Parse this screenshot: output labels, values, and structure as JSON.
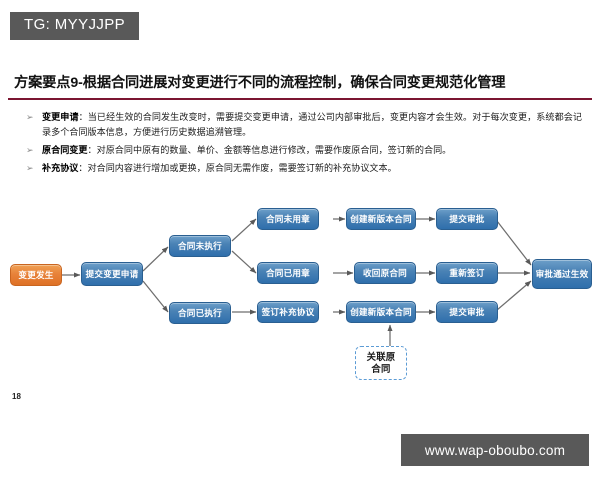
{
  "watermarks": {
    "top_left": "TG: MYYJJPP",
    "bottom_right": "www.wap-oboubo.com"
  },
  "slide": {
    "title": "方案要点9-根据合同进展对变更进行不同的流程控制，确保合同变更规范化管理",
    "page_number": "18",
    "accent_color": "#7b1531"
  },
  "bullets": [
    {
      "marker": "➢",
      "term": "变更申请",
      "separator": "：",
      "text": "当已经生效的合同发生改变时，需要提交变更申请，通过公司内部审批后，变更内容才会生效。对于每次变更，系统都会记录多个合同版本信息，方便进行历史数据追溯管理。"
    },
    {
      "marker": "➢",
      "term": "原合同变更",
      "separator": "：",
      "text": "对原合同中原有的数量、单价、金额等信息进行修改，需要作废原合同，签订新的合同。"
    },
    {
      "marker": "➢",
      "term": "补充协议",
      "separator": "：",
      "text": "对合同内容进行增加或更换，原合同无需作废，需要签订新的补充协议文本。"
    }
  ],
  "flowchart": {
    "colors": {
      "start_node": "#e8823a",
      "process_node": "#3b78ad",
      "dashed_node_border": "#5b9bd5",
      "connector": "#595959"
    },
    "nodes": [
      {
        "id": "start",
        "label": "变更发生",
        "style": "orange"
      },
      {
        "id": "submit",
        "label": "提交变更申请",
        "style": "blue"
      },
      {
        "id": "not_exec",
        "label": "合同未执行",
        "style": "blue"
      },
      {
        "id": "exec",
        "label": "合同已执行",
        "style": "blue"
      },
      {
        "id": "no_seal",
        "label": "合同未用章",
        "style": "blue"
      },
      {
        "id": "sealed",
        "label": "合同已用章",
        "style": "blue"
      },
      {
        "id": "supplement",
        "label": "签订补充协议",
        "style": "blue"
      },
      {
        "id": "new_ver_1",
        "label": "创建新版本合同",
        "style": "blue"
      },
      {
        "id": "recall",
        "label": "收回原合同",
        "style": "blue"
      },
      {
        "id": "new_ver_2",
        "label": "创建新版本合同",
        "style": "blue"
      },
      {
        "id": "approve_1",
        "label": "提交审批",
        "style": "blue"
      },
      {
        "id": "resign",
        "label": "重新签订",
        "style": "blue"
      },
      {
        "id": "approve_2",
        "label": "提交审批",
        "style": "blue"
      },
      {
        "id": "effective",
        "label": "审批通过生效",
        "style": "blue"
      },
      {
        "id": "link_orig",
        "label": "关联原\n合同",
        "style": "dashed"
      }
    ],
    "dashed_note_line1": "关联原",
    "dashed_note_line2": "合同"
  }
}
